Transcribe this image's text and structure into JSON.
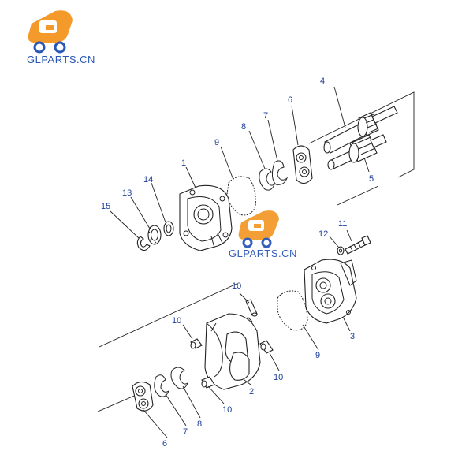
{
  "watermark": {
    "text": "GLPARTS.CN",
    "logo_color": "#f39a2b",
    "text_color": "#2a56b8"
  },
  "callout_color": "#1f3f9a",
  "callouts": {
    "c1": "1",
    "c2": "2",
    "c3": "3",
    "c4": "4",
    "c5": "5",
    "c6a": "6",
    "c6b": "6",
    "c7a": "7",
    "c7b": "7",
    "c8a": "8",
    "c8b": "8",
    "c9a": "9",
    "c9b": "9",
    "c10a": "10",
    "c10b": "10",
    "c10c": "10",
    "c10d": "10",
    "c11": "11",
    "c12": "12",
    "c13": "13",
    "c14": "14",
    "c15": "15"
  }
}
